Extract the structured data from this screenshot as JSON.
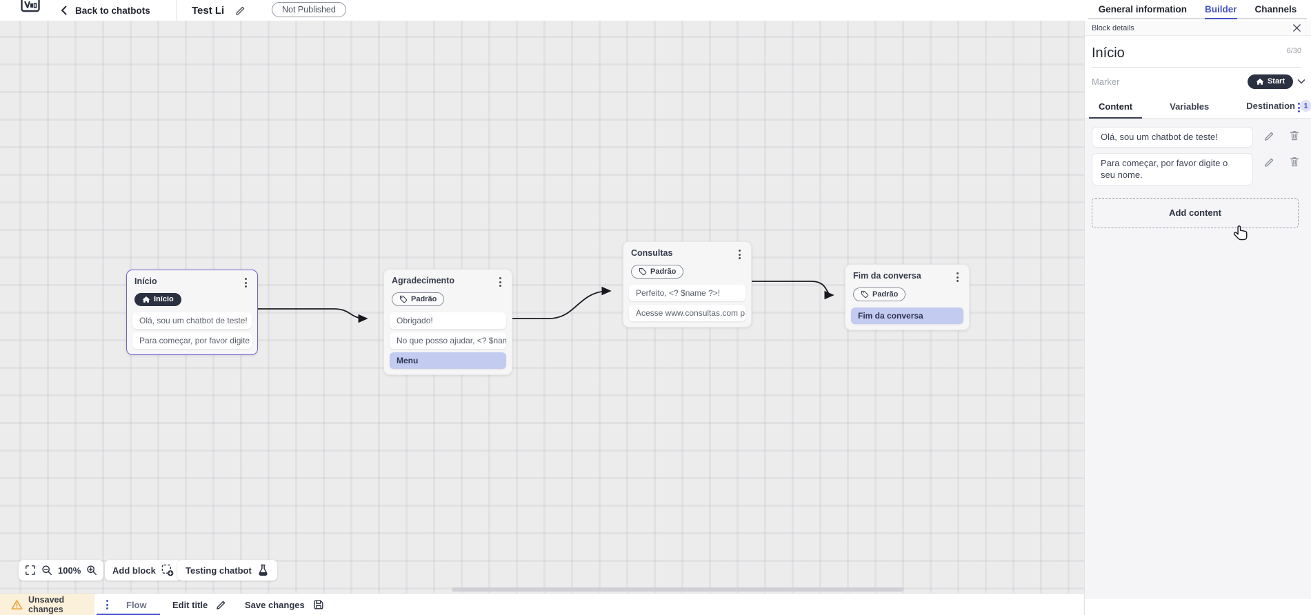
{
  "topbar": {
    "back_label": "Back to chatbots",
    "title": "Test Li",
    "status_badge": "Not Published",
    "tabs": [
      {
        "label": "General information"
      },
      {
        "label": "Builder"
      },
      {
        "label": "Channels"
      }
    ]
  },
  "panel": {
    "header_title": "Block details",
    "block_name": "Início",
    "char_counter": "6/30",
    "marker_label": "Marker",
    "marker_value": "Start",
    "tabs": [
      {
        "label": "Content"
      },
      {
        "label": "Variables"
      },
      {
        "label": "Destination",
        "badge": "1"
      }
    ],
    "content_items": [
      {
        "text": "Olá, sou um chatbot de teste!"
      },
      {
        "text": "Para começar, por favor digite o seu nome."
      }
    ],
    "add_content_label": "Add content"
  },
  "canvas": {
    "zoom_level": "100%",
    "add_block_label": "Add block",
    "testing_chatbot_label": "Testing chatbot",
    "nodes": [
      {
        "title": "Início",
        "marker": "Início",
        "rows": [
          {
            "text": "Olá, sou um chatbot de teste!"
          },
          {
            "text": "Para começar, por favor digite o ..."
          }
        ]
      },
      {
        "title": "Agradecimento",
        "tag": "Padrão",
        "rows": [
          {
            "text": "Obrigado!"
          },
          {
            "text": "No que posso ajudar, <? $name ..."
          },
          {
            "text": "Menu",
            "highlighted": true
          }
        ]
      },
      {
        "title": "Consultas",
        "tag": "Padrão",
        "rows": [
          {
            "text": "Perfeito, <? $name ?>!"
          },
          {
            "text": "Acesse www.consultas.com par..."
          }
        ]
      },
      {
        "title": "Fim da conversa",
        "tag": "Padrão",
        "rows": [
          {
            "text": "Fim da conversa",
            "highlighted": true
          }
        ]
      }
    ]
  },
  "bottombar": {
    "unsaved_label": "Unsaved changes",
    "flow_label": "Flow",
    "edit_title_label": "Edit title",
    "save_label": "Save changes"
  },
  "colors": {
    "accent_blue": "#4553c9",
    "dark_navy": "#2b3140",
    "selected_border": "#6f63d2",
    "highlight_row": "#c3cbf1",
    "warning_bg": "#fbf0d9",
    "warning_icon": "#e9a23b"
  }
}
